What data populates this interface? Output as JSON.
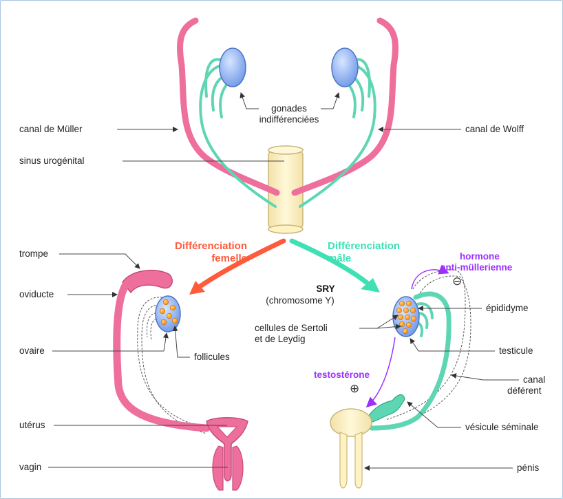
{
  "labels": {
    "gonades_1": "gonades",
    "gonades_2": "indifférenciées",
    "canal_muller": "canal de Müller",
    "canal_wolff": "canal de Wolff",
    "sinus": "sinus urogénital",
    "diff_fem_1": "Différenciation",
    "diff_fem_2": "femelle",
    "diff_male_1": "Différenciation",
    "diff_male_2": "mâle",
    "sry": "SRY",
    "chromosome": "(chromosome Y)",
    "hormone_1": "hormone",
    "hormone_2": "anti-müllerienne",
    "minus": "⊖",
    "plus": "⊕",
    "trompe": "trompe",
    "oviducte": "oviducte",
    "ovaire": "ovaire",
    "follicules": "follicules",
    "uterus": "utérus",
    "vagin": "vagin",
    "sertoli_1": "cellules de Sertoli",
    "sertoli_2": "et de Leydig",
    "epididyme": "épididyme",
    "testicule": "testicule",
    "testosterone": "testostérone",
    "canal_def_1": "canal",
    "canal_def_2": "déférent",
    "vesicule": "vésicule séminale",
    "penis": "pénis"
  },
  "colors": {
    "muller_pink": "#ee6e9c",
    "wolff_teal": "#5ed6b4",
    "gonad_blue": "#7fa7ef",
    "sinus_cream": "#fff3c4",
    "follicle_orange": "#ff9a1c",
    "arrow_red": "#ff5a3c",
    "arrow_green": "#3ee0b4",
    "hormone_purple": "#9b30ff"
  }
}
